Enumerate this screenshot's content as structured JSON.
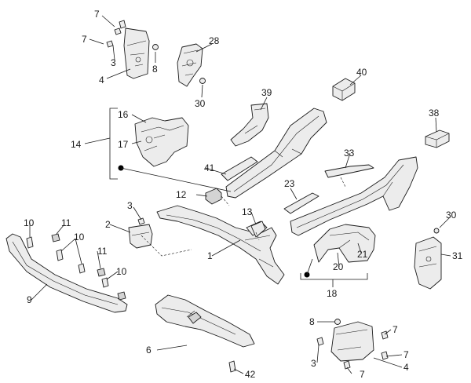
{
  "callouts": [
    {
      "id": "c7a",
      "text": "7"
    },
    {
      "id": "c7b",
      "text": "7"
    },
    {
      "id": "c3a",
      "text": "3"
    },
    {
      "id": "c4a",
      "text": "4"
    },
    {
      "id": "c8a",
      "text": "8"
    },
    {
      "id": "c28",
      "text": "28"
    },
    {
      "id": "c30a",
      "text": "30"
    },
    {
      "id": "c39",
      "text": "39"
    },
    {
      "id": "c40",
      "text": "40"
    },
    {
      "id": "c38",
      "text": "38"
    },
    {
      "id": "c16",
      "text": "16"
    },
    {
      "id": "c14",
      "text": "14"
    },
    {
      "id": "c17",
      "text": "17"
    },
    {
      "id": "c41",
      "text": "41"
    },
    {
      "id": "c33",
      "text": "33"
    },
    {
      "id": "c12",
      "text": "12"
    },
    {
      "id": "c23",
      "text": "23"
    },
    {
      "id": "c3b",
      "text": "3"
    },
    {
      "id": "c13",
      "text": "13"
    },
    {
      "id": "c30b",
      "text": "30"
    },
    {
      "id": "c2",
      "text": "2"
    },
    {
      "id": "c10a",
      "text": "10"
    },
    {
      "id": "c11a",
      "text": "11"
    },
    {
      "id": "c10b",
      "text": "10"
    },
    {
      "id": "c11b",
      "text": "11"
    },
    {
      "id": "c10c",
      "text": "10"
    },
    {
      "id": "c1",
      "text": "1"
    },
    {
      "id": "c21",
      "text": "21"
    },
    {
      "id": "c20",
      "text": "20"
    },
    {
      "id": "c31",
      "text": "31"
    },
    {
      "id": "c9",
      "text": "9"
    },
    {
      "id": "c18",
      "text": "18"
    },
    {
      "id": "c8b",
      "text": "8"
    },
    {
      "id": "c7c",
      "text": "7"
    },
    {
      "id": "c6",
      "text": "6"
    },
    {
      "id": "c3c",
      "text": "3"
    },
    {
      "id": "c7d",
      "text": "7"
    },
    {
      "id": "c4b",
      "text": "4"
    },
    {
      "id": "c7e",
      "text": "7"
    },
    {
      "id": "c42",
      "text": "42"
    }
  ]
}
